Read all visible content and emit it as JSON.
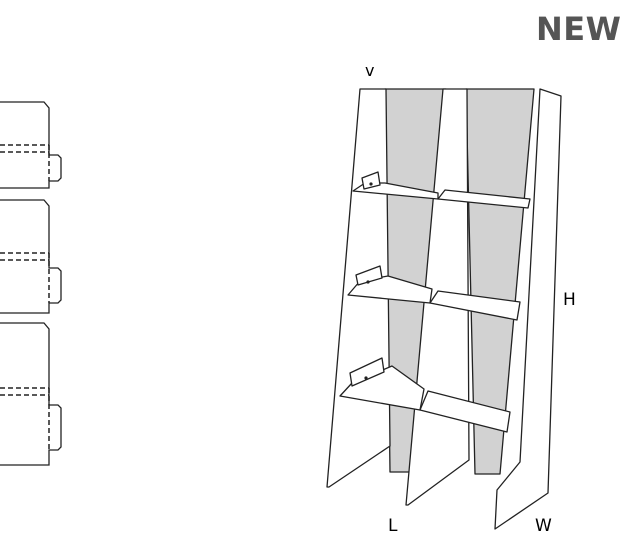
{
  "badge": {
    "text": "NEW",
    "color": "#555555"
  },
  "dimensions": {
    "v": "v",
    "h": "H",
    "l": "L",
    "w": "W"
  },
  "colors": {
    "back_panel": "#d2d2d2",
    "line": "#222222",
    "panel_fill": "#ffffff"
  },
  "icons": [
    "flat-panel-side-view-icon",
    "shelving-unit-icon"
  ]
}
